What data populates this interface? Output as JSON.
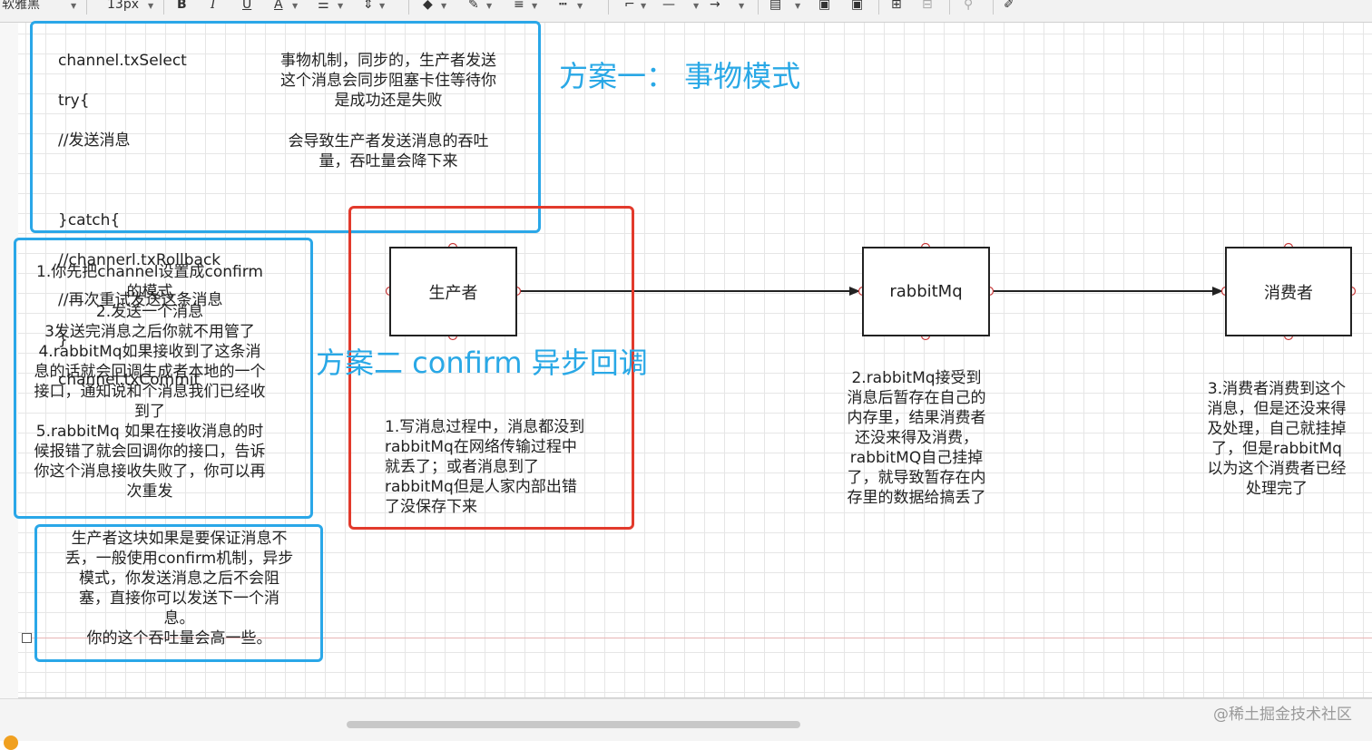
{
  "toolbar": {
    "font_family": "软雅黑",
    "font_size": "13px",
    "bold": "B",
    "italic": "I",
    "underline": "U",
    "font_color": "A"
  },
  "diagram": {
    "tx_code_lines": [
      "channel.txSelect",
      "try{",
      "//发送消息",
      "",
      "}catch{",
      "//channerl.txRollback",
      "//再次重试发送这条消息",
      "}",
      "channel.txCommit"
    ],
    "tx_note_1": "事物机制，同步的，生产者发送\n这个消息会同步阻塞卡住等待你\n是成功还是失败",
    "tx_note_2": "会导致生产者发送消息的吞吐\n量，吞吐量会降下来",
    "heading_1": "方案一： 事物模式",
    "heading_2": "方案二 confirm 异步回调",
    "confirm_steps": "1.你先把channel设置成confirm\n的模式\n2.发送一个消息\n3发送完消息之后你就不用管了\n4.rabbitMq如果接收到了这条消\n息的话就会回调生成者本地的一个\n接口，通知说和个消息我们已经收\n到了\n5.rabbitMq 如果在接收消息的时\n候报错了就会回调你的接口，告诉\n你这个消息接收失败了，你可以再\n次重发",
    "summary": "生产者这块如果是要保证消息不\n丢，一般使用confirm机制，异步\n模式，你发送消息之后不会阻\n塞，直接你可以发送下一个消\n息。\n你的这个吞吐量会高一些。",
    "node_producer": "生产者",
    "node_rabbitmq": "rabbitMq",
    "node_consumer": "消费者",
    "note_1": "1.写消息过程中，消息都没到\nrabbitMq在网络传输过程中\n就丢了；或者消息到了\nrabbitMq但是人家内部出错\n了没保存下来",
    "note_2": "2.rabbitMq接受到\n消息后暂存在自己的\n内存里，结果消费者\n还没来得及消费，\nrabbitMQ自己挂掉\n了，就导致暂存在内\n存里的数据给搞丢了",
    "note_3": "3.消费者消费到这个\n消息，但是还没来得\n及处理，自己就挂掉\n了，但是rabbitMq\n以为这个消费者已经\n处理完了"
  },
  "watermark": "@稀土掘金技术社区",
  "colors": {
    "blue_frame": "#2aa7e8",
    "red_frame": "#e23a2c",
    "heading": "#29a8e6",
    "grid": "#e6e6e6"
  }
}
